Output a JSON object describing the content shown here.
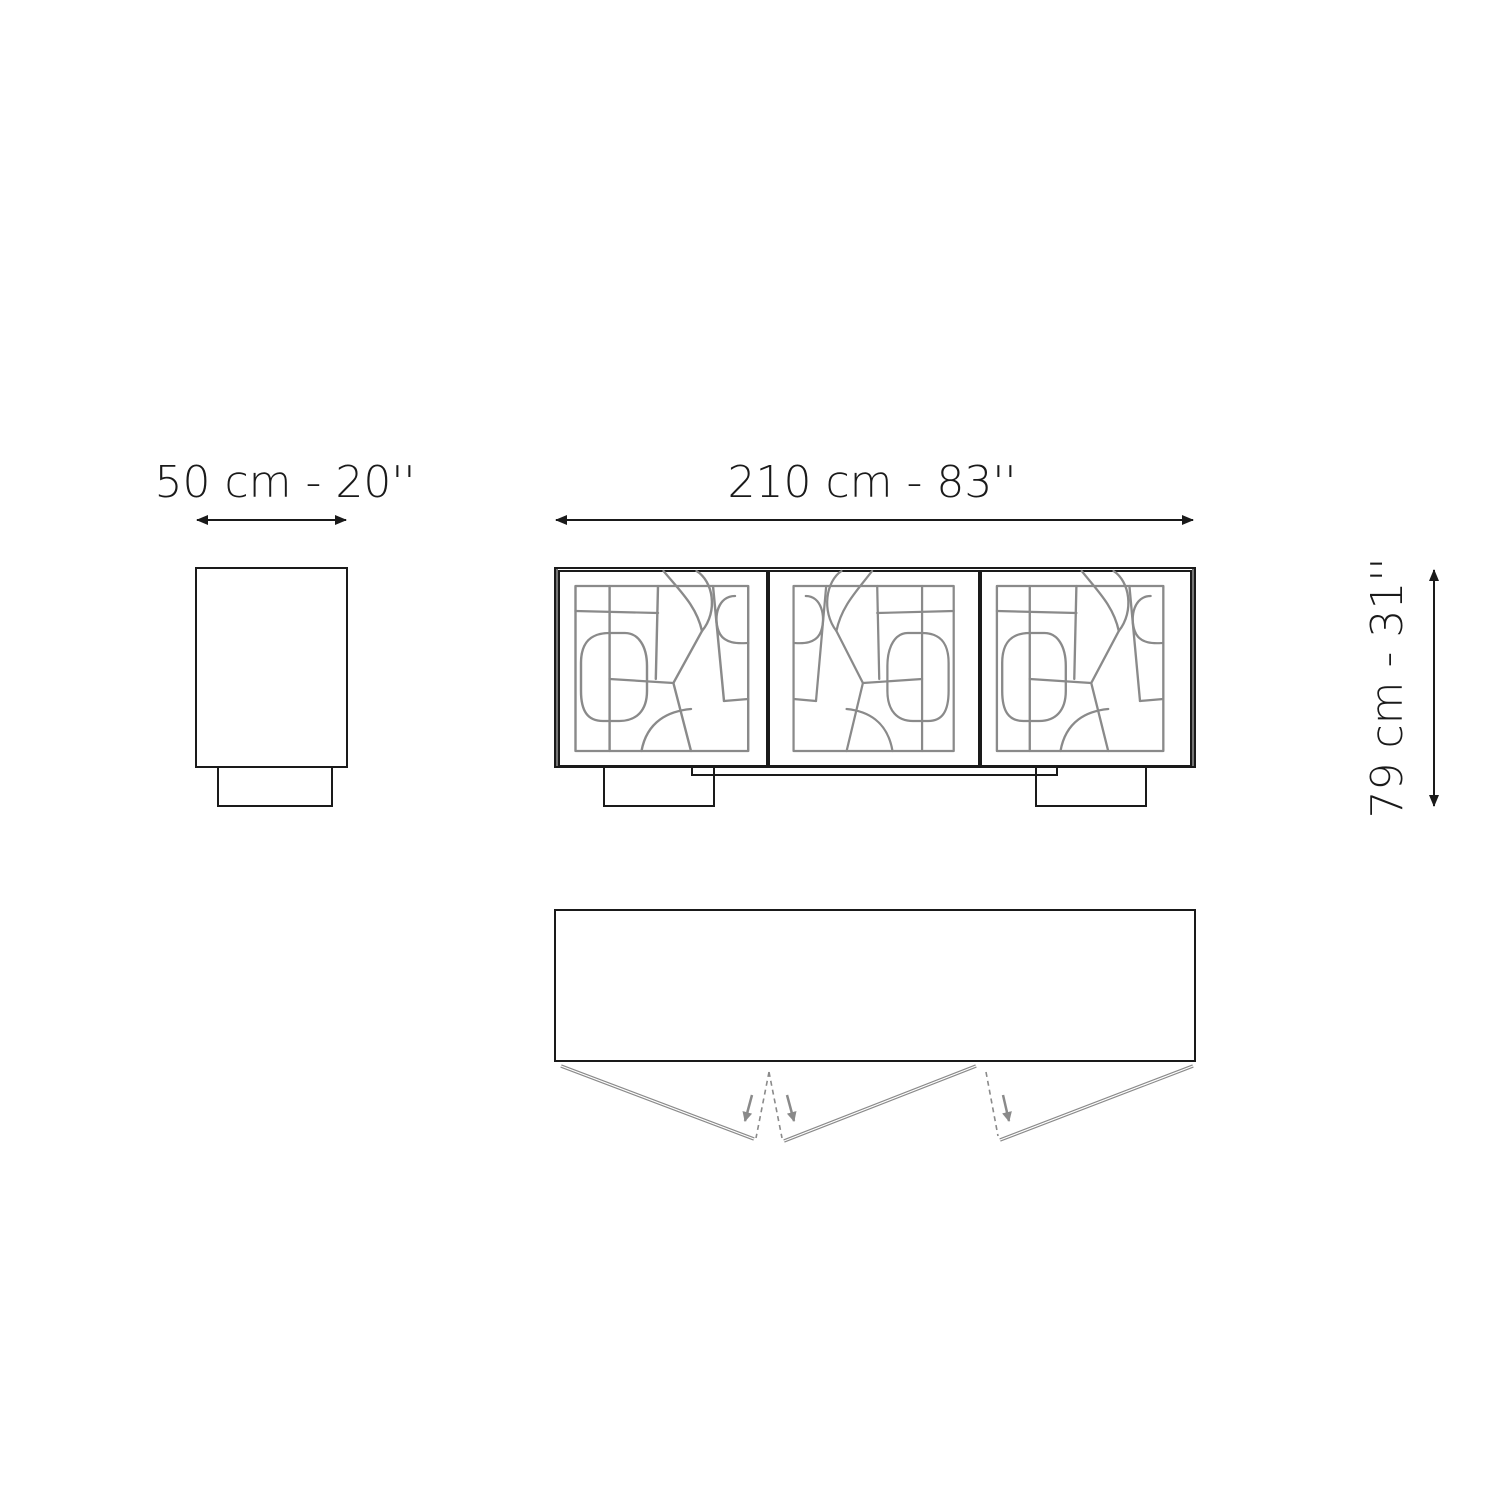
{
  "dimensions": {
    "depth_label": "50 cm - 20''",
    "width_label": "210 cm - 83''",
    "height_label": "79 cm - 31''"
  },
  "colors": {
    "line": "#1a1a1a",
    "pattern": "#8a8a8a",
    "background": "#ffffff"
  },
  "icons": {
    "dimension_arrow": "double-headed-arrow",
    "door_swing": "door-swing-arrow"
  }
}
